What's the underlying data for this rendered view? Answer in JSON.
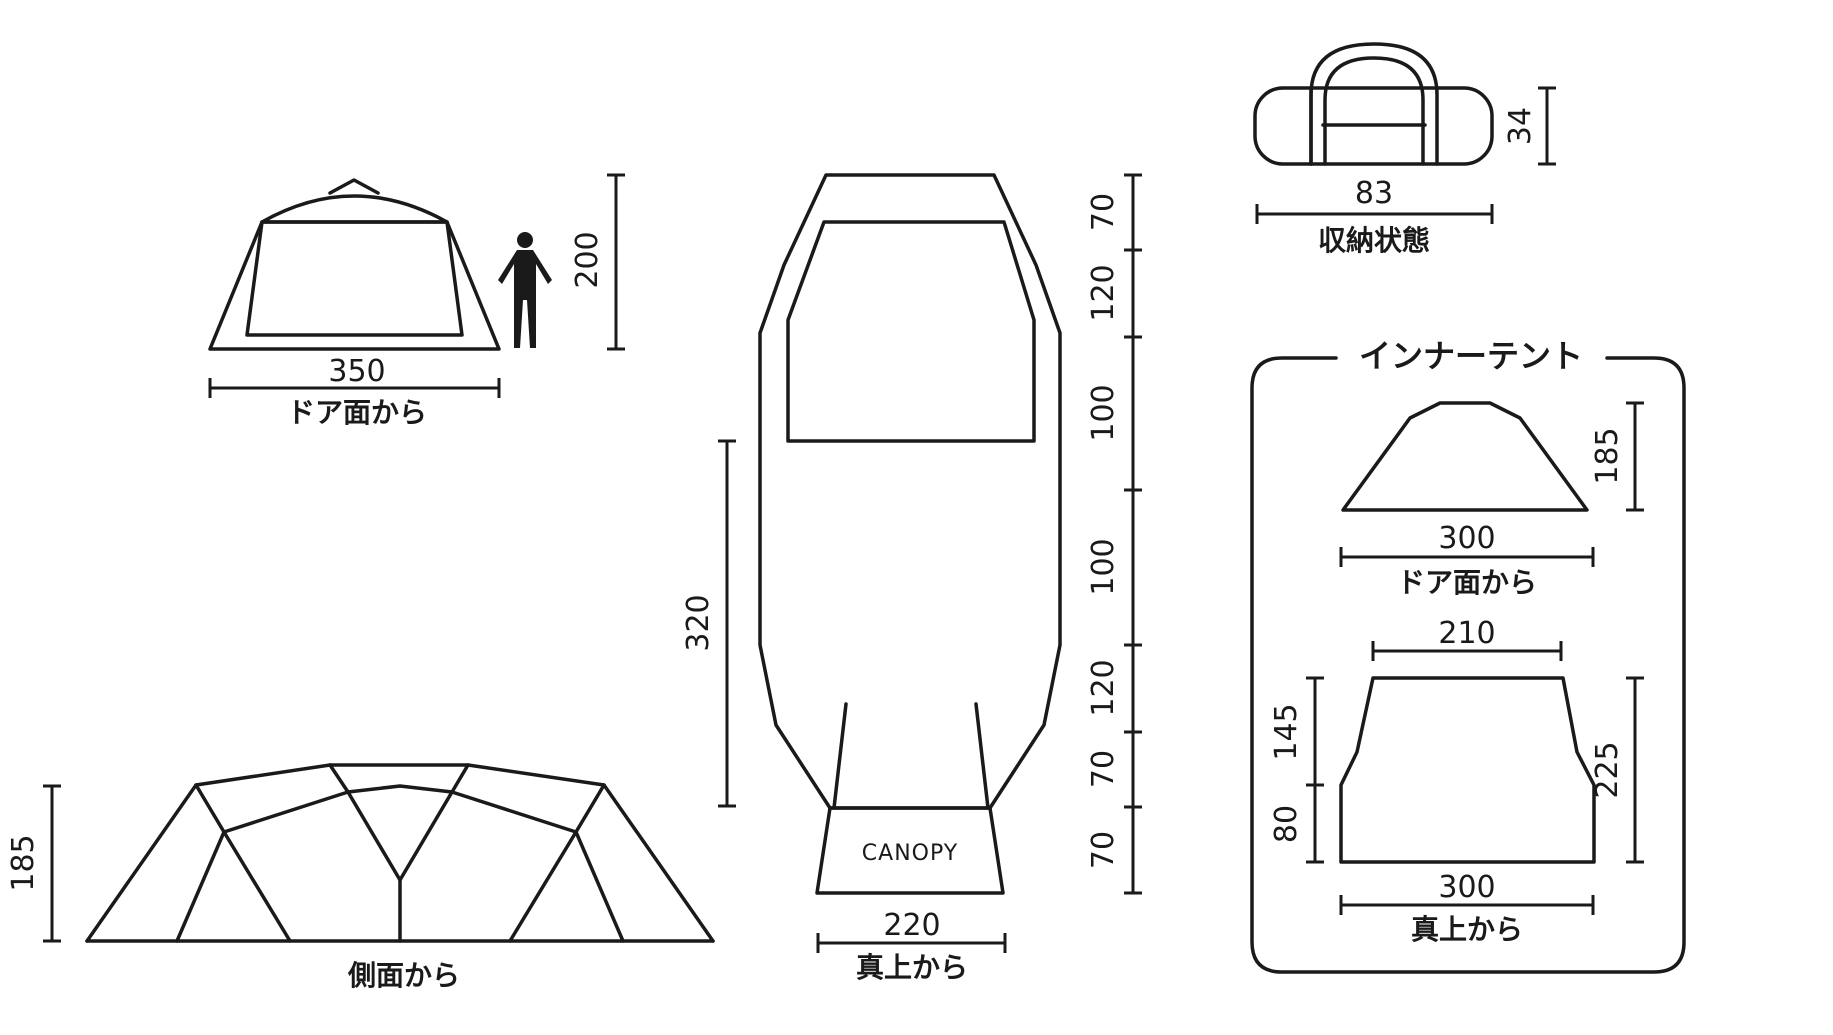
{
  "colors": {
    "line": "#1a1a1a",
    "background": "#ffffff"
  },
  "front_view": {
    "width": "350",
    "height": "200",
    "caption": "ドア面から"
  },
  "side_view": {
    "height": "185",
    "caption": "側面から"
  },
  "top_view": {
    "length": "320",
    "width": "220",
    "canopy_label": "CANOPY",
    "caption": "真上から",
    "segments": [
      "70",
      "120",
      "100",
      "100",
      "120",
      "70",
      "70"
    ]
  },
  "packed": {
    "width": "83",
    "height": "34",
    "caption": "収納状態"
  },
  "inner_tent": {
    "title": "インナーテント",
    "front": {
      "width": "300",
      "height": "185",
      "caption": "ドア面から"
    },
    "top": {
      "top_width": "210",
      "bottom_width": "300",
      "left_upper": "145",
      "left_lower": "80",
      "right": "225",
      "caption": "真上から"
    }
  }
}
